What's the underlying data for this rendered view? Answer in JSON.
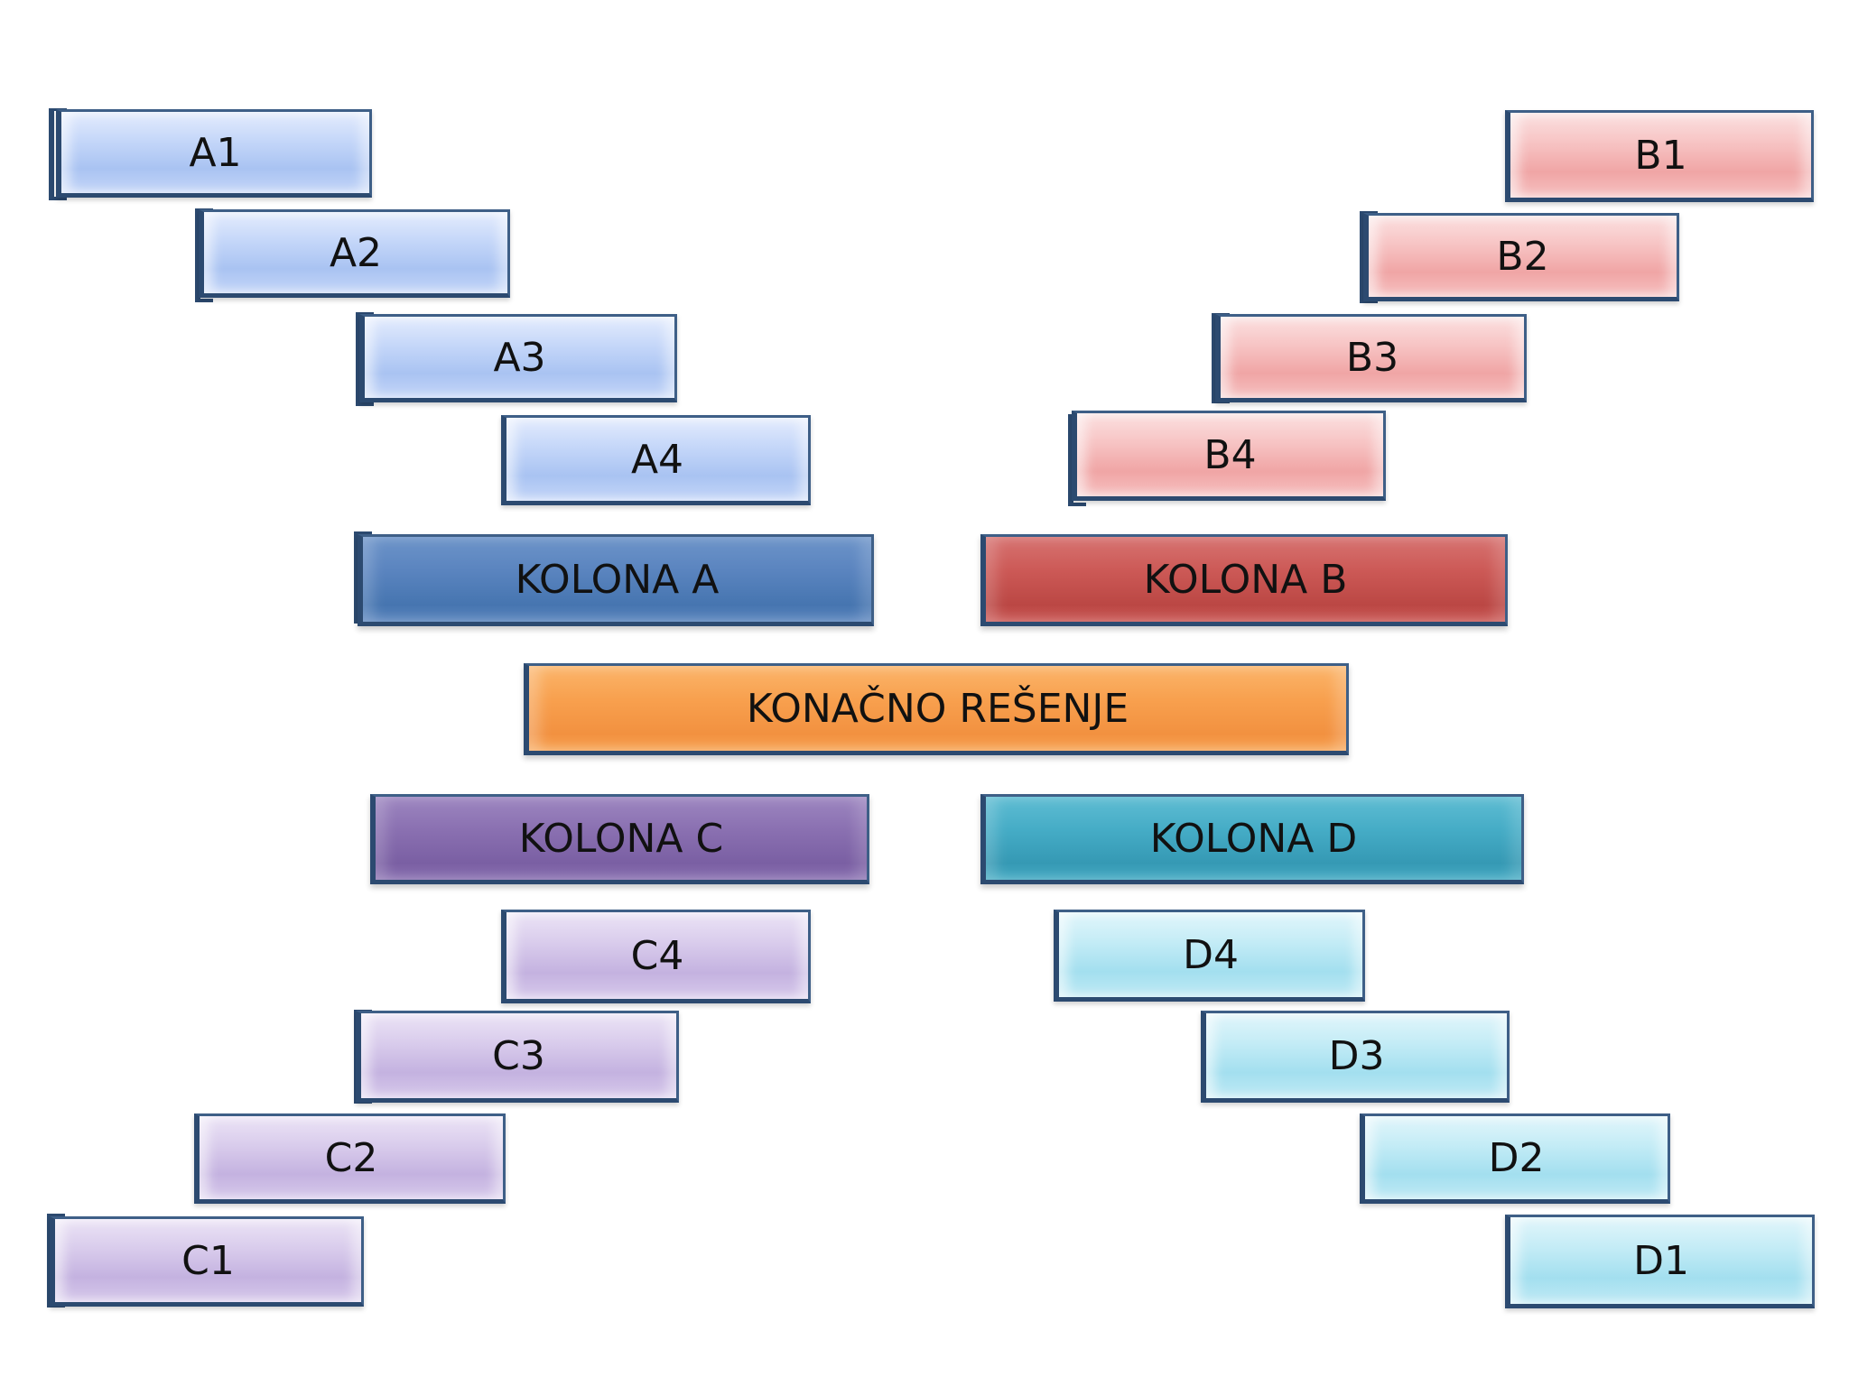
{
  "game": {
    "column_a": {
      "cells": [
        "A1",
        "A2",
        "A3",
        "A4"
      ],
      "header": "KOLONA A"
    },
    "column_b": {
      "cells": [
        "B1",
        "B2",
        "B3",
        "B4"
      ],
      "header": "KOLONA B"
    },
    "column_c": {
      "cells": [
        "C1",
        "C2",
        "C3",
        "C4"
      ],
      "header": "KOLONA C"
    },
    "column_d": {
      "cells": [
        "D1",
        "D2",
        "D3",
        "D4"
      ],
      "header": "KOLONA D"
    },
    "final_answer": "KONAČNO REŠENJE"
  },
  "colors": {
    "cell_a": "#b7cdf6",
    "cell_b": "#f4b6b6",
    "cell_c": "#d0c1e8",
    "cell_d": "#b5e6f3",
    "header_a": "#4f7cb7",
    "header_b": "#c24f4c",
    "header_c": "#8066a8",
    "header_d": "#3ca3bd",
    "final": "#f59a48",
    "border": "#2c4a70"
  }
}
